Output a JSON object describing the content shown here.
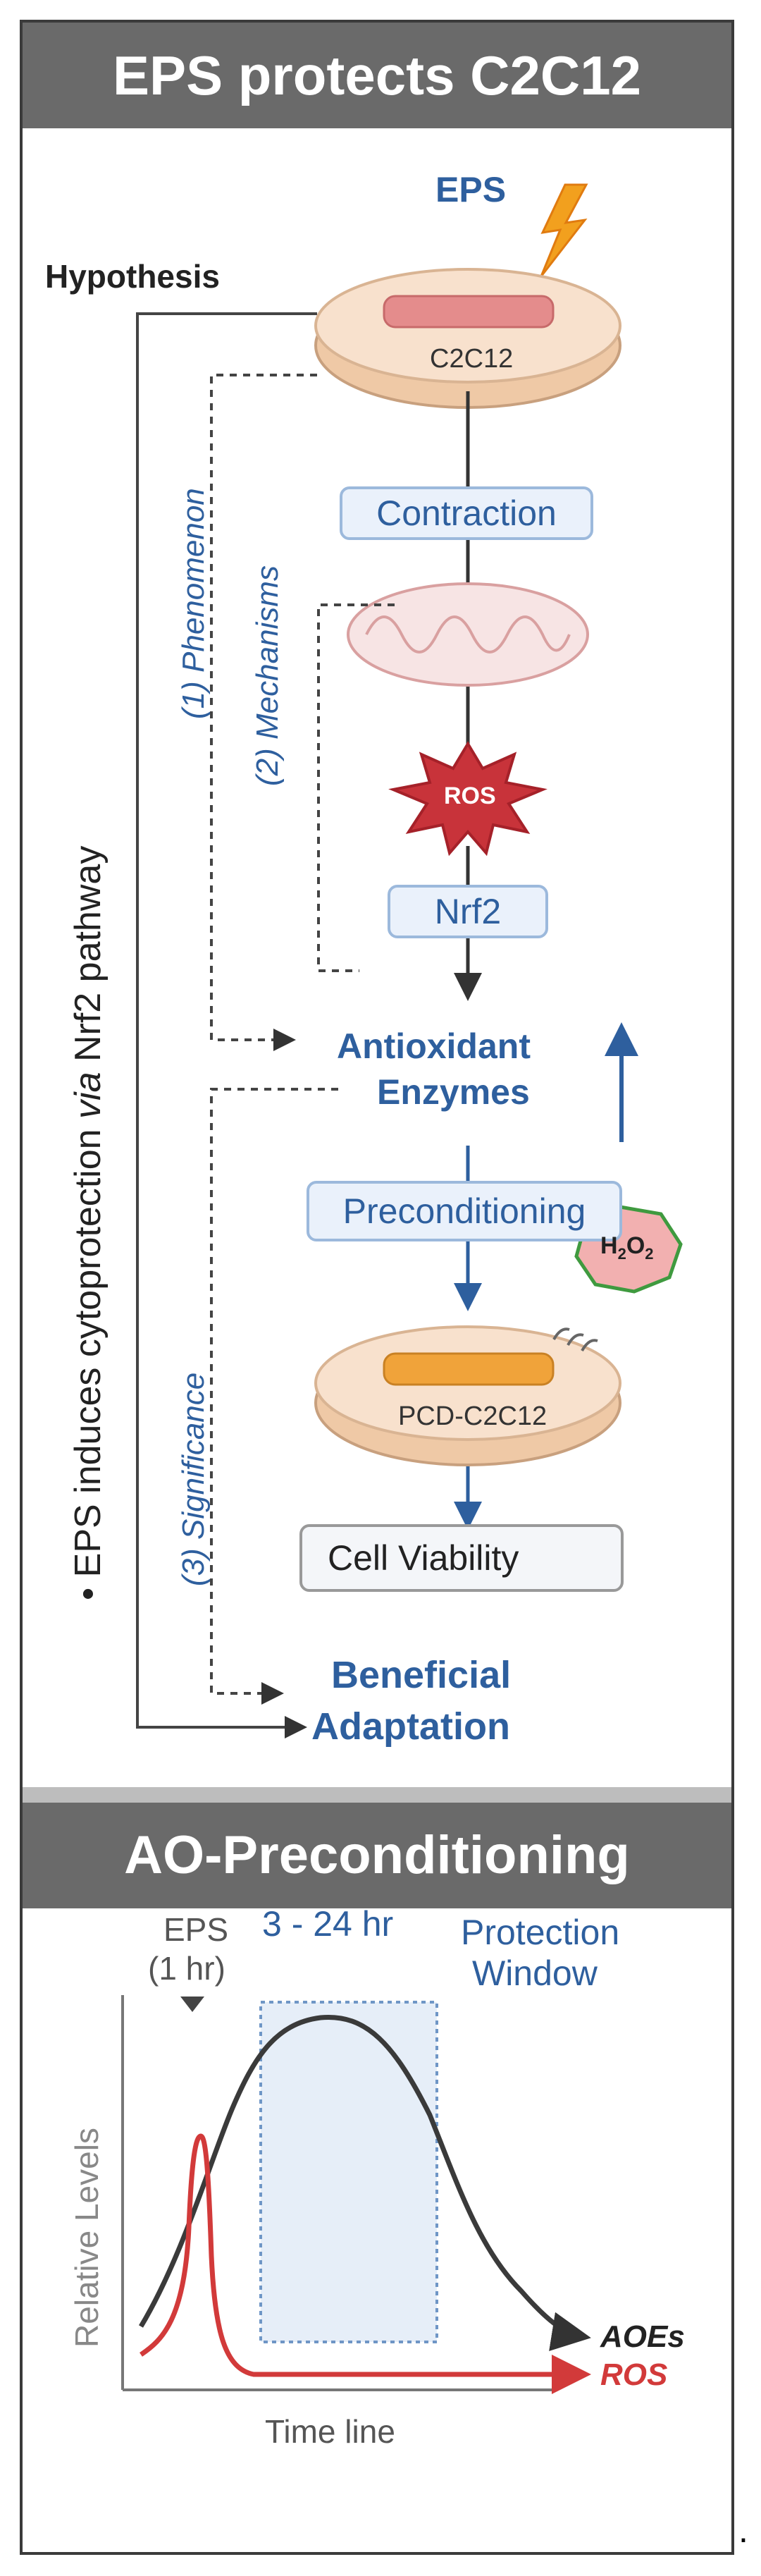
{
  "banners": {
    "top": "EPS protects C2C12",
    "bottom": "AO-Preconditioning"
  },
  "diagram": {
    "eps_label": "EPS",
    "hypothesis": "Hypothesis",
    "dish_top_label": "C2C12",
    "contraction": "Contraction",
    "ros": "ROS",
    "nrf2": "Nrf2",
    "antioxidant_line1": "Antioxidant",
    "antioxidant_line2": "Enzymes",
    "preconditioning": "Preconditioning",
    "h2o2_main": "H",
    "h2o2_sub1": "2",
    "h2o2_mid": "O",
    "h2o2_sub2": "2",
    "dish_bottom_label": "PCD-C2C12",
    "cell_viability": "Cell Viability",
    "beneficial_line1": "Beneficial",
    "beneficial_line2": "Adaptation",
    "phenomenon": "(1) Phenomenon",
    "mechanisms": "(2) Mechanisms",
    "significance": "(3) Significance",
    "bullet": "•",
    "side_pre": "EPS induces cytoprotection ",
    "side_via": "via",
    "side_post": " Nrf2 pathway",
    "trailing_dot": "."
  },
  "chart": {
    "eps_line1": "EPS",
    "eps_line2": "(1 hr)",
    "window_range": "3 - 24 hr",
    "window_line1": "Protection",
    "window_line2": "Window",
    "ylabel": "Relative Levels",
    "xlabel": "Time line",
    "series_aoes": "AOEs",
    "series_ros": "ROS"
  },
  "colors": {
    "banner": "#6a6a6a",
    "accent_blue": "#2e5f9e",
    "box_fill": "#eaf1fb",
    "ros_red": "#d23a3a",
    "dish_fill": "#f6dcc6"
  }
}
